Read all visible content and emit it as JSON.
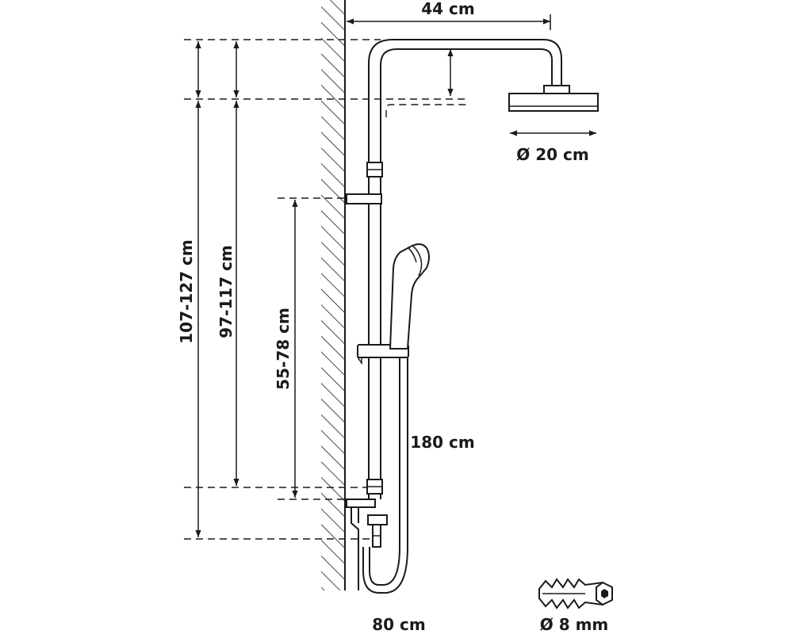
{
  "labels": {
    "arm_length": "44 cm",
    "head_diameter": "Ø 20 cm",
    "height_outer": "107-127 cm",
    "height_inner": "97-117 cm",
    "bracket_range": "55-78 cm",
    "hose_length": "180 cm",
    "bottom_width": "80 cm",
    "plug_diameter": "Ø 8 mm"
  },
  "colors": {
    "line": "#1a1a1a",
    "background": "#ffffff"
  }
}
